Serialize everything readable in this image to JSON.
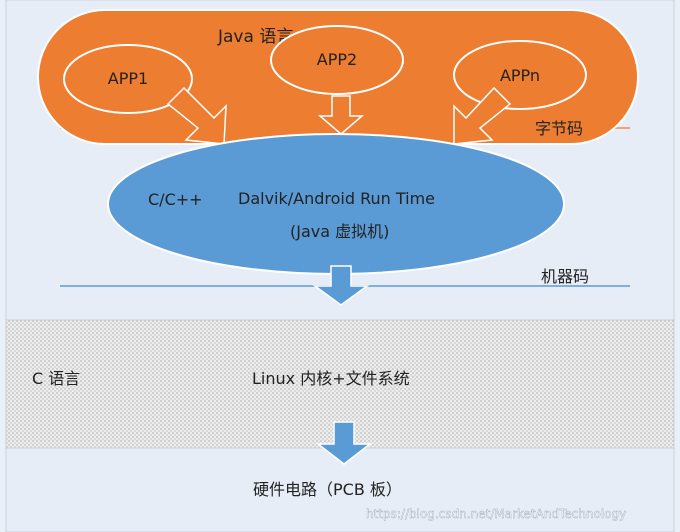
{
  "java_layer": {
    "title": "Java 语言",
    "apps": [
      "APP1",
      "APP2",
      "APPn"
    ]
  },
  "bytecode_label": "字节码",
  "vm": {
    "left_label": "C/C++",
    "title": "Dalvik/Android Run Time",
    "subtitle": "(Java 虚拟机)"
  },
  "machine_code_label": "机器码",
  "kernel_layer": {
    "left_label": "C 语言",
    "title": "Linux 内核+文件系统"
  },
  "hardware_label": "硬件电路（PCB 板）",
  "watermark": "https://blog.csdn.net/MarketAndTechnology",
  "colors": {
    "orange": "#ed7d31",
    "blue": "#5b9bd5",
    "page_bg": "#e8eef6",
    "hatch": "#e3e3e3"
  }
}
